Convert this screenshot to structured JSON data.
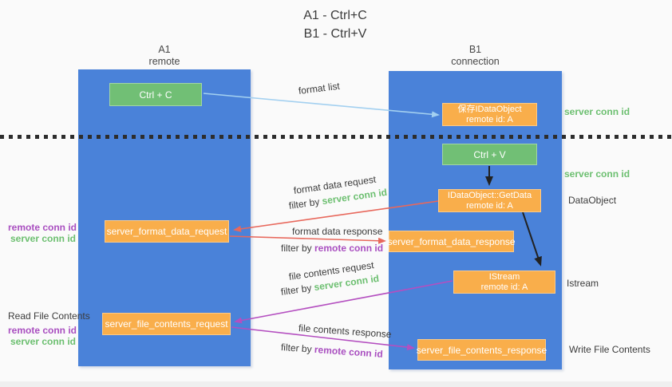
{
  "colors": {
    "lane_blue": "#4a82d9",
    "box_green": "#71bf75",
    "box_orange": "#f9ae4b",
    "arrow_light_blue": "#a3d0f0",
    "arrow_red": "#e8685c",
    "arrow_purple": "#b44fc0",
    "arrow_black": "#222222",
    "text_green": "#6cbf70",
    "text_purple": "#a94fc0",
    "text_dark": "#3c3c3c"
  },
  "title": {
    "line1": "A1 - Ctrl+C",
    "line2": "B1 - Ctrl+V"
  },
  "lanes": {
    "a1": {
      "name": "A1",
      "subtitle": "remote"
    },
    "b1": {
      "name": "B1",
      "subtitle": "connection"
    }
  },
  "boxes": {
    "ctrl_c": {
      "label": "Ctrl + C"
    },
    "ctrl_v": {
      "label": "Ctrl + V"
    },
    "save_idataobject": {
      "line1": "保存IDataObject",
      "line2": "remote id: A"
    },
    "getdata": {
      "line1": "IDataObject::GetData",
      "line2": "remote id: A"
    },
    "istream": {
      "line1": "IStream",
      "line2": "remote id: A"
    },
    "server_format_data_request": {
      "label": "server_format_data_request"
    },
    "server_format_data_response": {
      "label": "server_format_data_response"
    },
    "server_file_contents_request": {
      "label": "server_file_contents_request"
    },
    "server_file_contents_response": {
      "label": "server_file_contents_response"
    }
  },
  "arrow_labels": {
    "format_list": "format list",
    "format_data_request": "format data request",
    "format_data_response": "format data response",
    "file_contents_request": "file contents request",
    "file_contents_response": "file contents response",
    "filter_by": "filter by ",
    "server_conn_id": "server conn id",
    "remote_conn_id": "remote conn id"
  },
  "side_labels": {
    "left_mid": {
      "remote": "remote conn id",
      "server": "server conn id"
    },
    "left_bottom": {
      "title": "Read File Contents",
      "remote": "remote conn id",
      "server": "server conn id"
    },
    "right_top_conn": "server conn id",
    "right_ctrlv_conn": "server conn id",
    "right_dataobject": "DataObject",
    "right_istream": "Istream",
    "right_write": "Write File Contents"
  }
}
